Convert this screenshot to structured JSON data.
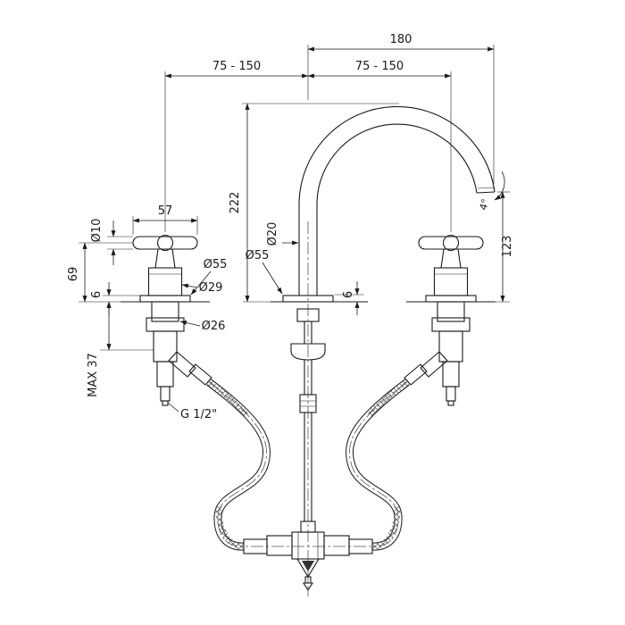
{
  "drawing": {
    "type": "faucet-technical-dimension-drawing",
    "colors": {
      "line": "#1a1a1a",
      "background": "#ffffff"
    },
    "dims": {
      "d180": "180",
      "span_left": "75 - 150",
      "span_right": "75 - 150",
      "d222": "222",
      "d123": "123",
      "angle4": "4°",
      "d57": "57",
      "d10": "Ø10",
      "d69": "69",
      "h6_left": "6",
      "d55_left": "Ø55",
      "d29": "Ø29",
      "d26": "Ø26",
      "max37": "MAX 37",
      "thread": "G 1/2\"",
      "d20": "Ø20",
      "d55_center": "Ø55",
      "h6_center": "6"
    }
  }
}
